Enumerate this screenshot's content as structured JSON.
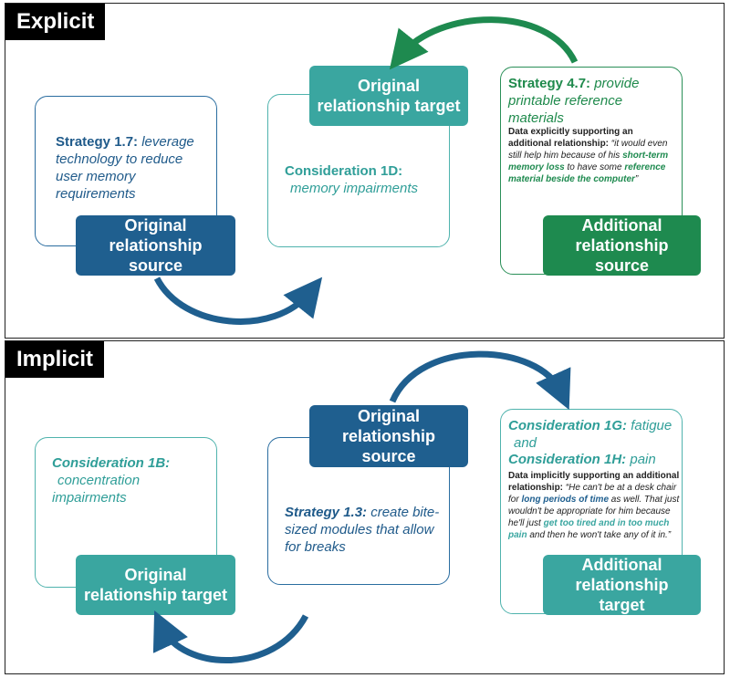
{
  "explicit": {
    "title": "Explicit",
    "strategy_card": {
      "label": "Strategy 1.7:",
      "text": "leverage technology to reduce user memory requirements"
    },
    "source_tag": "Original relationship source",
    "consideration_card": {
      "label": "Consideration 1D:",
      "text": "memory impairments"
    },
    "target_tag": "Original relationship target",
    "additional_card": {
      "label": "Strategy 4.7:",
      "text": "provide printable reference materials",
      "data_heading": "Data explicitly supporting an additional relationship:",
      "q1": "“it would even still help him because of his",
      "h1": "short-term memory loss",
      "q2": "to have some",
      "h2": "reference material beside the computer",
      "q3": "”"
    },
    "additional_tag": "Additional relationship source"
  },
  "implicit": {
    "title": "Implicit",
    "consideration_card": {
      "label": "Consideration 1B:",
      "text": "concentration impairments"
    },
    "target_tag": "Original relationship target",
    "strategy_card": {
      "label": "Strategy 1.3:",
      "text": "create bite-sized modules that allow for breaks"
    },
    "source_tag": "Original relationship source",
    "additional_card": {
      "label1": "Consideration 1G:",
      "text1": "fatigue",
      "and": "and",
      "label2": "Consideration 1H:",
      "text2": "pain",
      "data_heading": "Data implicitly supporting an additional relationship:",
      "q1": "“He can't be at a desk chair for",
      "h1": "long periods of time",
      "q2": "as well. That just wouldn't be appropriate for him because he'll just",
      "h2": "get too tired and in too much pain",
      "q3": "and then he won't take any of it in.”"
    },
    "additional_tag": "Additional relationship target"
  },
  "colors": {
    "dark_blue": "#1f5f8f",
    "teal": "#3aa6a0",
    "green": "#1e8a4f",
    "border_blue": "#2a6da0",
    "border_teal": "#4fb3ad",
    "border_green": "#2a8f58"
  }
}
